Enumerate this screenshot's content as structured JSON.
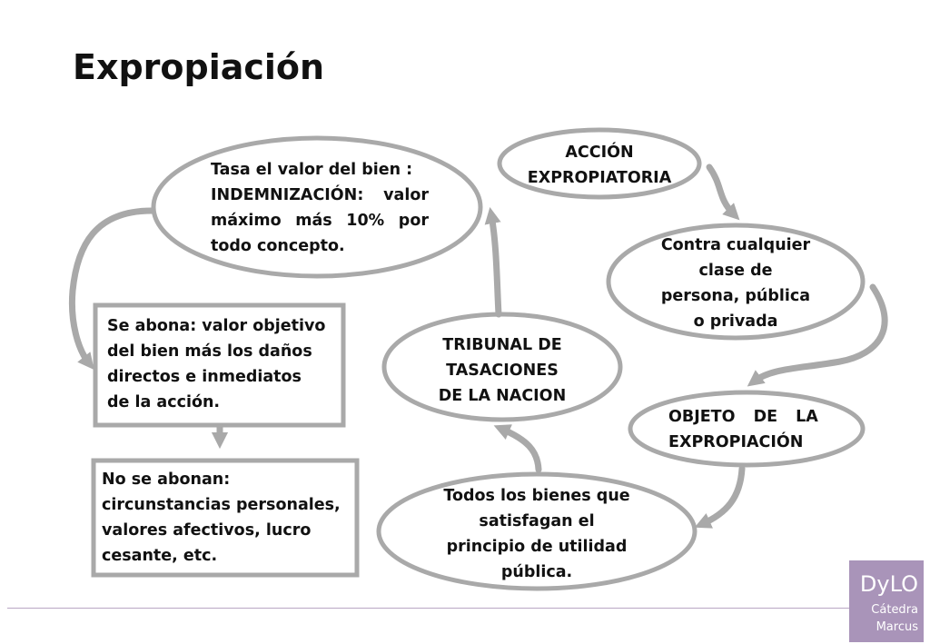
{
  "slide": {
    "title": "Expropiación"
  },
  "nodes": {
    "accion": {
      "lines": [
        "ACCIÓN",
        "EXPROPIATORIA"
      ]
    },
    "contra": {
      "lines": [
        "Contra cualquier",
        "clase de",
        "persona, pública",
        "o privada"
      ]
    },
    "objeto": {
      "lines": [
        "OBJETO DE LA",
        "EXPROPIACIÓN"
      ]
    },
    "todos": {
      "lines": [
        "Todos los bienes que",
        "satisfagan el",
        "principio de utilidad",
        "pública."
      ]
    },
    "tribunal": {
      "lines": [
        "TRIBUNAL DE",
        "TASACIONES",
        "DE LA NACION"
      ]
    },
    "tasa": {
      "lines": [
        "Tasa el valor del bien :",
        "INDEMNIZACIÓN: valor",
        "máximo más 10% por",
        "todo concepto."
      ]
    },
    "abona": {
      "lines": [
        "Se abona: valor objetivo",
        "del bien más los daños",
        "directos e inmediatos",
        "de la acción."
      ]
    },
    "no_abonan": {
      "lines": [
        "No se abonan:",
        "circunstancias personales,",
        "valores afectivos, lucro",
        "cesante, etc."
      ]
    }
  },
  "logo": {
    "name": "DyLO",
    "line1": "Cátedra",
    "line2": "Marcus"
  },
  "colors": {
    "stroke": "#a9a9a9",
    "logo_bg": "#a994b9",
    "rule": "#b9a6c4"
  }
}
